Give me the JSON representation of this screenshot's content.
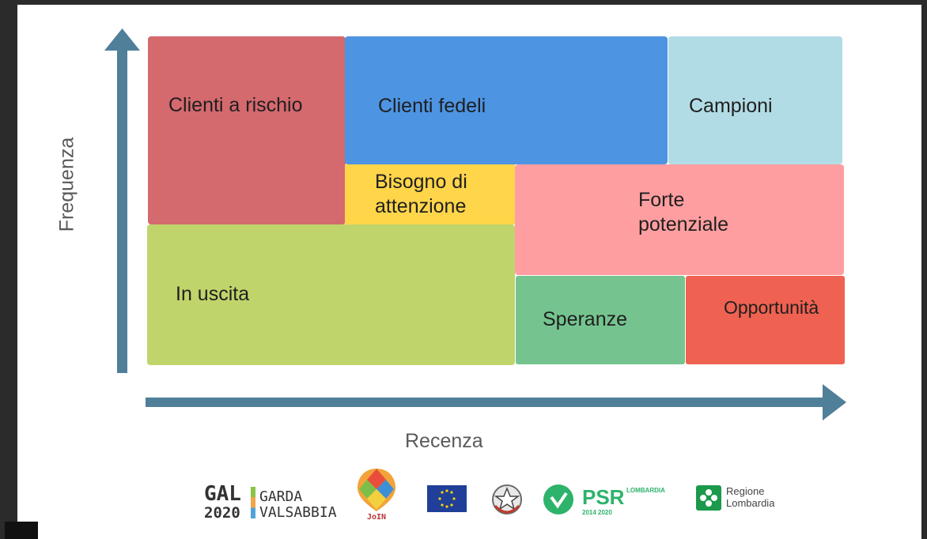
{
  "axes": {
    "y_label": "Frequenza",
    "x_label": "Recenza",
    "color": "#4f7f99"
  },
  "segments": [
    {
      "id": "clienti-a-rischio",
      "label": "Clienti a rischio",
      "color": "#d4696e"
    },
    {
      "id": "clienti-fedeli",
      "label": "Clienti fedeli",
      "color": "#4d94e3"
    },
    {
      "id": "campioni",
      "label": "Campioni",
      "color": "#b2dce5"
    },
    {
      "id": "bisogno-di-attenzione",
      "label": "Bisogno di\nattenzione",
      "color": "#ffd54a"
    },
    {
      "id": "forte-potenziale",
      "label": "Forte\npotenziale",
      "color": "#ff9ea0"
    },
    {
      "id": "in-uscita",
      "label": "In uscita",
      "color": "#bfd46a"
    },
    {
      "id": "speranze",
      "label": "Speranze",
      "color": "#75c48f"
    },
    {
      "id": "opportunita",
      "label": "Opportunità",
      "color": "#ef6150"
    }
  ],
  "logos": {
    "gal_line1": "GAL",
    "gal_line2": "2020",
    "garda_line1": "GARDA",
    "garda_line2": "VALSABBIA",
    "join": "JoIN",
    "psr": "PSR",
    "psr_region": "LOMBARDIA",
    "psr_years": "2014 2020",
    "regione_line1": "Regione",
    "regione_line2": "Lombardia"
  }
}
